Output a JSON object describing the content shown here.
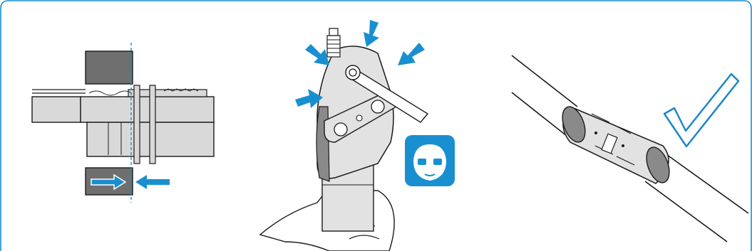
{
  "frame": {
    "border_color": "#1a8fd0"
  },
  "colors": {
    "accent_blue": "#1a8fd0",
    "check_blue": "#1d86c8",
    "pipe_gray": "#d9d9d9",
    "jaw_gray": "#6f6f6f",
    "tool_gray": "#e2e2e2",
    "dark_gray": "#8a8a8a",
    "outline": "#1a1a1a",
    "safety_badge": "#1a8fd0"
  },
  "panels": [
    {
      "id": "alignment-step",
      "icons": [
        "jaw-block-icon",
        "pipe-fitting-icon",
        "dashed-guide-line",
        "arrow-right-icon",
        "arrow-left-icon"
      ]
    },
    {
      "id": "pressing-step",
      "icons": [
        "press-tool-icon",
        "hand-icon",
        "arrow-pressure-icon",
        "safety-glasses-icon"
      ]
    },
    {
      "id": "result-step",
      "icons": [
        "pressed-fitting-icon",
        "checkmark-icon"
      ]
    }
  ]
}
